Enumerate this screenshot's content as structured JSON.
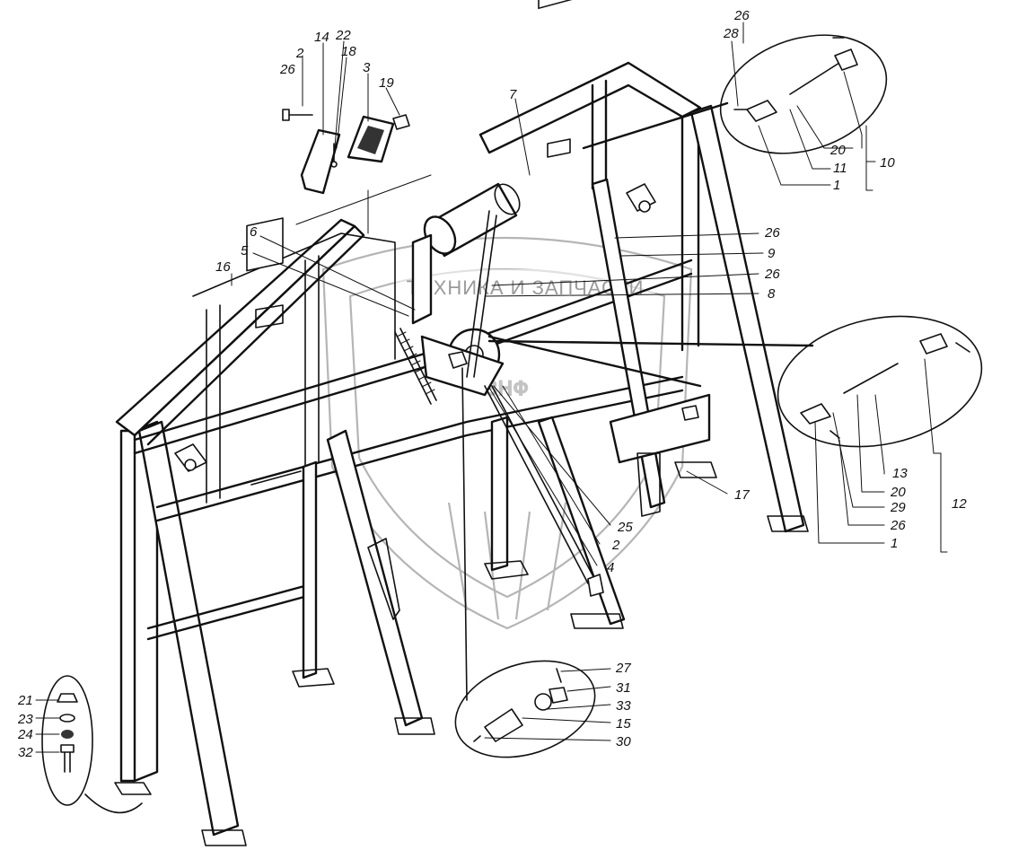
{
  "watermark": {
    "text": "ТЕХНИКА И ЗАПЧАСТИ",
    "logo_letters": "ЗНФ"
  },
  "callouts": [
    {
      "id": "c14",
      "text": "14"
    },
    {
      "id": "c22",
      "text": "22"
    },
    {
      "id": "c2a",
      "text": "2"
    },
    {
      "id": "c18",
      "text": "18"
    },
    {
      "id": "c26a",
      "text": "26"
    },
    {
      "id": "c3",
      "text": "3"
    },
    {
      "id": "c19",
      "text": "19"
    },
    {
      "id": "c7",
      "text": "7"
    },
    {
      "id": "c26b",
      "text": "26"
    },
    {
      "id": "c28",
      "text": "28"
    },
    {
      "id": "c20a",
      "text": "20"
    },
    {
      "id": "c11",
      "text": "11"
    },
    {
      "id": "c1a",
      "text": "1"
    },
    {
      "id": "c10",
      "text": "10"
    },
    {
      "id": "c6",
      "text": "6"
    },
    {
      "id": "c5",
      "text": "5"
    },
    {
      "id": "c16",
      "text": "16"
    },
    {
      "id": "c26c",
      "text": "26"
    },
    {
      "id": "c9",
      "text": "9"
    },
    {
      "id": "c26d",
      "text": "26"
    },
    {
      "id": "c8",
      "text": "8"
    },
    {
      "id": "c13",
      "text": "13"
    },
    {
      "id": "c20b",
      "text": "20"
    },
    {
      "id": "c29",
      "text": "29"
    },
    {
      "id": "c26e",
      "text": "26"
    },
    {
      "id": "c1b",
      "text": "1"
    },
    {
      "id": "c12",
      "text": "12"
    },
    {
      "id": "c17",
      "text": "17"
    },
    {
      "id": "c25",
      "text": "25"
    },
    {
      "id": "c2b",
      "text": "2"
    },
    {
      "id": "c4",
      "text": "4"
    },
    {
      "id": "c27",
      "text": "27"
    },
    {
      "id": "c31",
      "text": "31"
    },
    {
      "id": "c33",
      "text": "33"
    },
    {
      "id": "c15",
      "text": "15"
    },
    {
      "id": "c30",
      "text": "30"
    },
    {
      "id": "c21",
      "text": "21"
    },
    {
      "id": "c23",
      "text": "23"
    },
    {
      "id": "c24",
      "text": "24"
    },
    {
      "id": "c32",
      "text": "32"
    }
  ]
}
